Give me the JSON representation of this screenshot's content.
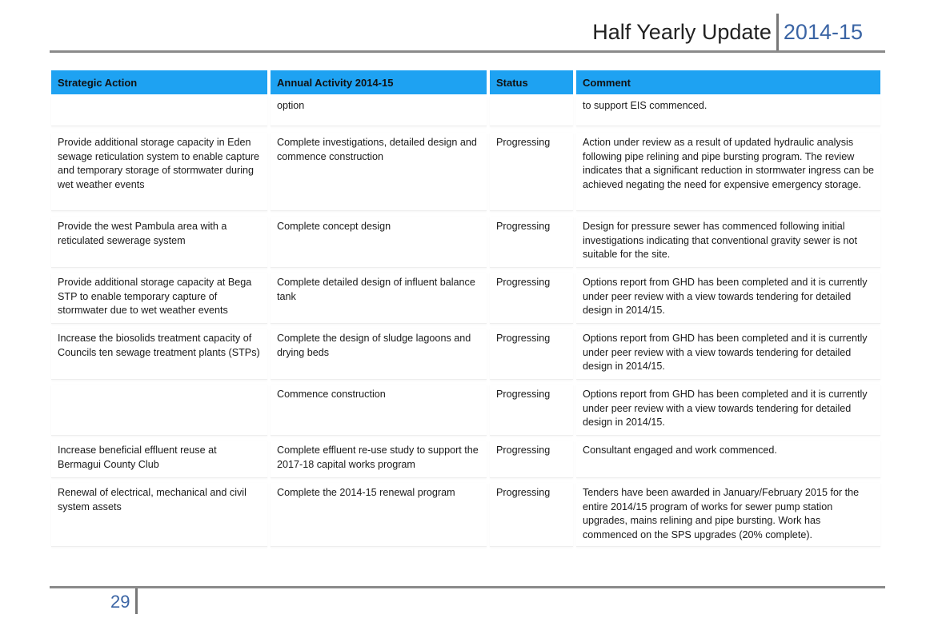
{
  "header": {
    "title": "Half Yearly Update",
    "year": "2014-15"
  },
  "table": {
    "columns": [
      "Strategic Action",
      "Annual Activity 2014-15",
      "Status",
      "Comment"
    ],
    "rows": [
      {
        "action": "",
        "activity": "option",
        "status": "",
        "comment": "to support EIS commenced."
      },
      {
        "action": "Provide additional storage capacity in Eden sewage reticulation system to enable capture and temporary storage of stormwater during wet weather events",
        "activity": "Complete investigations, detailed design and commence construction",
        "status": "Progressing",
        "comment": "Action under review as a result of updated hydraulic analysis following pipe relining and pipe bursting program. The review indicates that a significant reduction in stormwater ingress can be achieved negating the need for expensive emergency storage."
      },
      {
        "action": "Provide the west Pambula area with a reticulated sewerage system",
        "activity": "Complete concept design",
        "status": "Progressing",
        "comment": "Design for pressure sewer has commenced following initial investigations indicating that conventional gravity sewer is not suitable for the site."
      },
      {
        "action": "Provide additional storage capacity at Bega STP to enable temporary capture of stormwater due to wet weather events",
        "activity": "Complete detailed design of influent balance tank",
        "status": "Progressing",
        "comment": "Options report from GHD has been completed and it is currently under peer review with a view towards tendering for detailed design in 2014/15."
      },
      {
        "action": "Increase the biosolids treatment capacity of Councils ten sewage treatment plants (STPs)",
        "activity": "Complete the design of sludge lagoons and drying beds",
        "status": "Progressing",
        "comment": "Options report from GHD has been completed and it is currently under peer review with a view towards tendering for detailed design in 2014/15."
      },
      {
        "action": "",
        "activity": "Commence construction",
        "status": "Progressing",
        "comment": "Options report from GHD has been completed and it is currently under peer review with a view towards tendering for detailed design in 2014/15."
      },
      {
        "action": "Increase beneficial effluent reuse at Bermagui County Club",
        "activity": "Complete effluent re-use study to support the 2017-18 capital works program",
        "status": "Progressing",
        "comment": "Consultant engaged and work commenced."
      },
      {
        "action": "Renewal of electrical, mechanical and civil system assets",
        "activity": "Complete the 2014-15 renewal program",
        "status": "Progressing",
        "comment": "Tenders have been awarded in January/February 2015 for the entire 2014/15 program of works for sewer pump station upgrades, mains relining and pipe bursting. Work has commenced on the SPS upgrades (20% complete)."
      }
    ]
  },
  "footer": {
    "page_number": "29"
  }
}
